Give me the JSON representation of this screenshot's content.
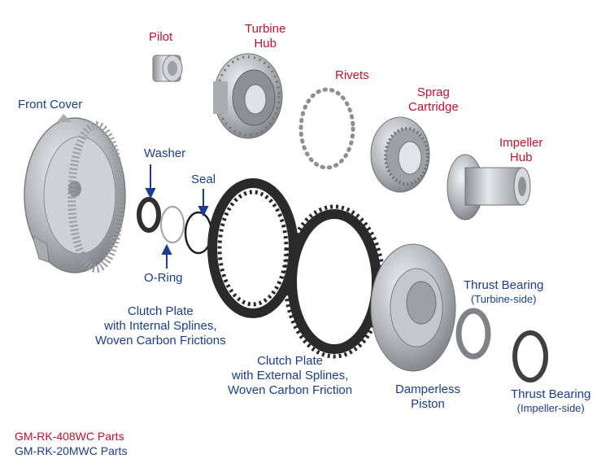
{
  "labels": {
    "pilot": "Pilot",
    "turbine_hub": [
      "Turbine",
      "Hub"
    ],
    "rivets": "Rivets",
    "sprag_cartridge": [
      "Sprag",
      "Cartridge"
    ],
    "impeller_hub": [
      "Impeller",
      "Hub"
    ],
    "front_cover": "Front Cover",
    "washer": "Washer",
    "seal": "Seal",
    "o_ring": "O-Ring",
    "clutch_internal": [
      "Clutch Plate",
      "with Internal Splines,",
      "Woven Carbon Frictions"
    ],
    "clutch_external": [
      "Clutch Plate",
      "with External Splines,",
      "Woven Carbon Friction"
    ],
    "thrust_turbine": [
      "Thrust Bearing",
      "(Turbine-side)"
    ],
    "thrust_impeller": [
      "Thrust Bearing",
      "(Impeller-side)"
    ],
    "damperless_piston": [
      "Damperless",
      "Piston"
    ]
  },
  "legend": {
    "red_line": "GM-RK-408WC  Parts",
    "blue_line": "GM-RK-20MWC Parts"
  },
  "colors": {
    "red": "#c8102e",
    "blue": "#1a3d8f",
    "metal": "#b9bcc0",
    "dark": "#2a2a2a"
  }
}
